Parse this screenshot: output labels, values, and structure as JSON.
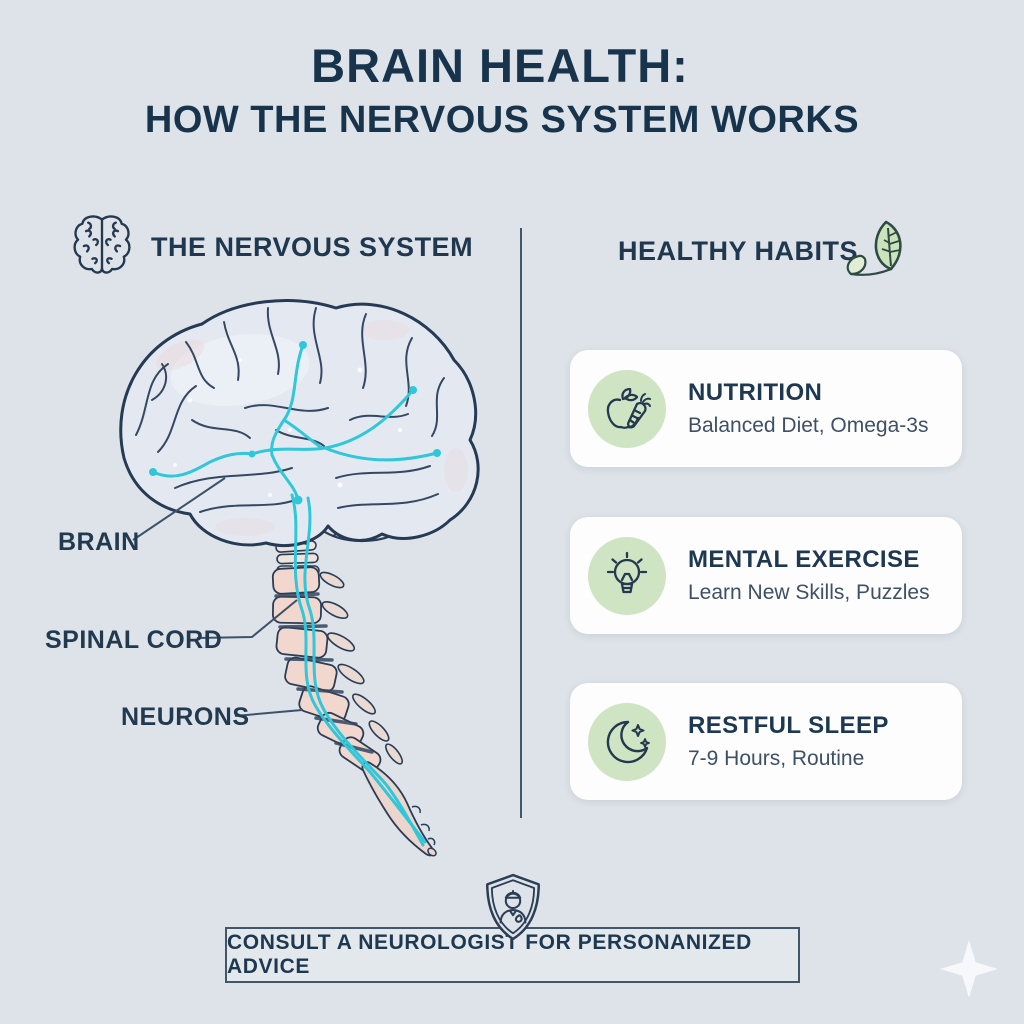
{
  "colors": {
    "background": "#dde3e8",
    "navy": "#1d3850",
    "secondary_text": "#3e5065",
    "nerve_cyan": "#2fc7d9",
    "habit_green": "#cfe4c3",
    "leaf_green": "#cbe3ba",
    "card_white": "#fdfdfe",
    "spine_pink": "#f2d7ce"
  },
  "header": {
    "title_line1": "BRAIN HEALTH:",
    "title_line2": "HOW THE NERVOUS SYSTEM WORKS"
  },
  "nervous_system": {
    "heading": "THE NERVOUS SYSTEM",
    "icon": "brain-icon",
    "labels": {
      "brain": "BRAIN",
      "spinal_cord": "SPINAL CORD",
      "neurons": "NEURONS"
    }
  },
  "healthy_habits": {
    "heading": "HEALTHY HABITS",
    "icon": "leaf-icon",
    "cards": [
      {
        "icon": "apple-carrot-icon",
        "title": "NUTRITION",
        "subtitle": "Balanced Diet, Omega-3s"
      },
      {
        "icon": "lightbulb-icon",
        "title": "MENTAL EXERCISE",
        "subtitle": "Learn New Skills, Puzzles"
      },
      {
        "icon": "crescent-moon-icon",
        "title": "RESTFUL SLEEP",
        "subtitle": "7-9 Hours, Routine"
      }
    ]
  },
  "footer": {
    "icon": "doctor-shield-icon",
    "banner": "CONSULT A NEUROLOGIST FOR PERSONANIZED ADVICE"
  }
}
